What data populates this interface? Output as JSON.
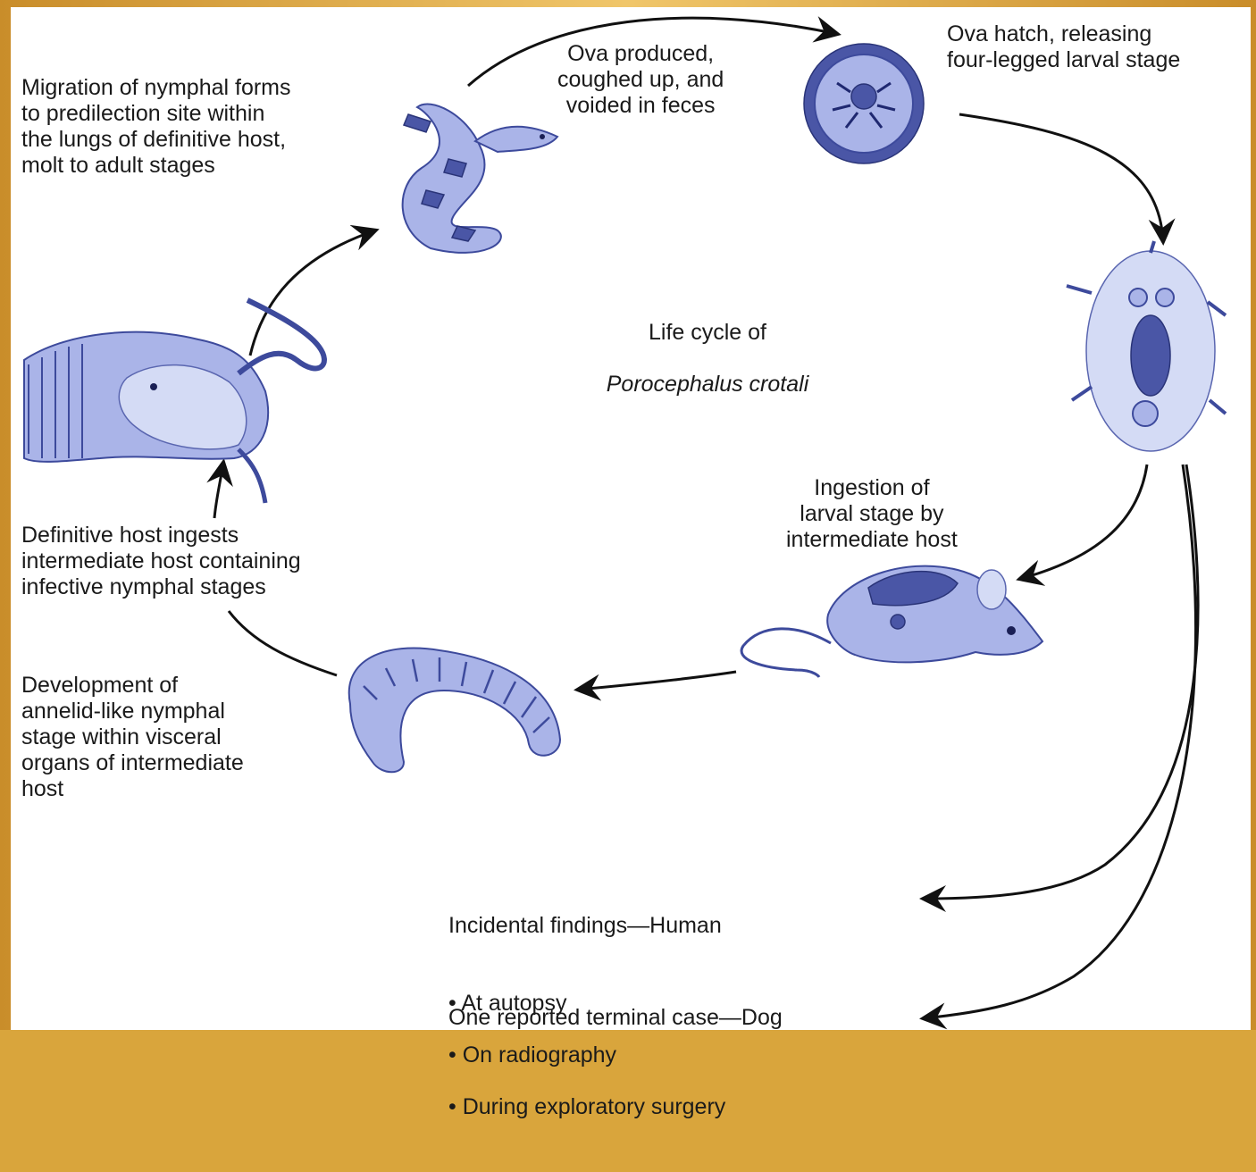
{
  "title": {
    "line1": "Life cycle of",
    "line2": "Porocephalus crotali"
  },
  "labels": {
    "ova_produced": "Ova produced,\ncoughed up, and\nvoided in feces",
    "ova_hatch": "Ova hatch, releasing\nfour-legged larval stage",
    "migration": "Migration of nymphal forms\nto predilection site within\nthe lungs of definitive host,\nmolt to adult stages",
    "ingestion": "Ingestion of\nlarval stage by\nintermediate host",
    "definitive": "Definitive host ingests\nintermediate host containing\ninfective nymphal stages",
    "development": "Development of\nannelid-like nymphal\nstage within visceral\norgans of intermediate\nhost",
    "incidental_heading": "Incidental findings—Human",
    "incidental_items": [
      "At autopsy",
      "On radiography",
      "During exploratory surgery"
    ],
    "terminal_case": "One reported terminal case—Dog"
  },
  "colors": {
    "frame": "#d9a53c",
    "illustration": "#4a56a6",
    "arrow": "#111111"
  }
}
